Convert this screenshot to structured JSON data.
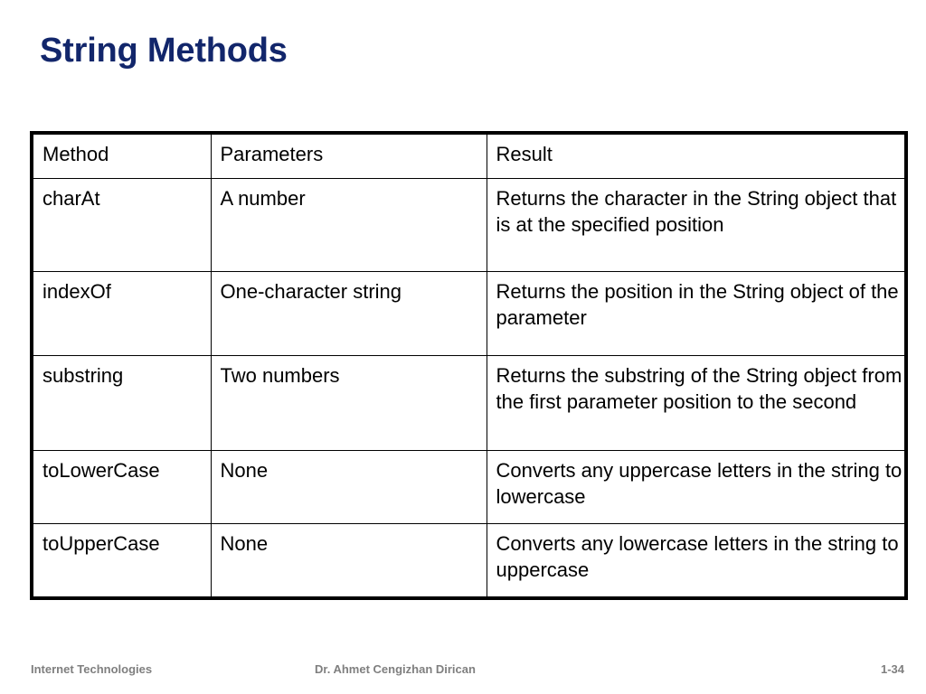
{
  "slide": {
    "title": "String Methods",
    "title_color": "#12266b",
    "background_color": "#ffffff"
  },
  "table": {
    "columns": [
      "Method",
      "Parameters",
      "Result"
    ],
    "rows": [
      {
        "method": "charAt",
        "parameters": " A number",
        "result": "Returns the character in the String object that is at the specified position"
      },
      {
        "method": "indexOf",
        "parameters": "One-character string",
        "result": "Returns the position in the String object of the parameter"
      },
      {
        "method": "substring",
        "parameters": "Two numbers",
        "result": "Returns the substring of the String object from the first parameter position to the second"
      },
      {
        "method": "toLowerCase",
        "parameters": "None",
        "result": "Converts any uppercase letters in the string to lowercase"
      },
      {
        "method": "toUpperCase",
        "parameters": "None",
        "result": "Converts any lowercase letters in the string to uppercase"
      }
    ]
  },
  "footer": {
    "course": "Internet Technologies",
    "author": "Dr. Ahmet Cengizhan Dirican",
    "page_number": "1-34",
    "text_color": "#7f7f7f"
  }
}
